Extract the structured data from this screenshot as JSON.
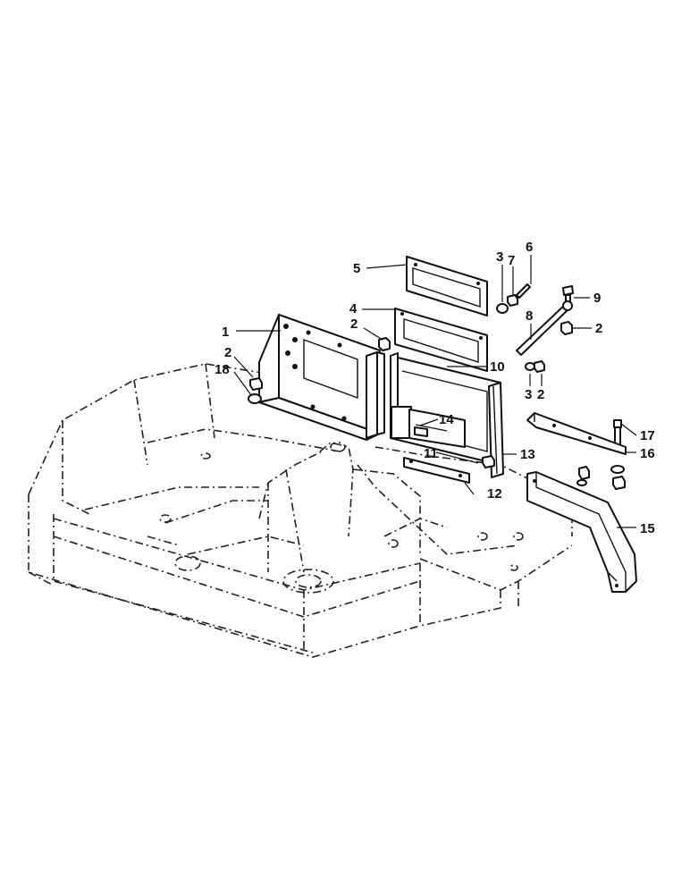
{
  "callouts": [
    {
      "id": "c1",
      "label": "1"
    },
    {
      "id": "c2a",
      "label": "2"
    },
    {
      "id": "c2b",
      "label": "2"
    },
    {
      "id": "c2c",
      "label": "2"
    },
    {
      "id": "c2d",
      "label": "2"
    },
    {
      "id": "c3a",
      "label": "3"
    },
    {
      "id": "c3b",
      "label": "3"
    },
    {
      "id": "c4",
      "label": "4"
    },
    {
      "id": "c5",
      "label": "5"
    },
    {
      "id": "c6",
      "label": "6"
    },
    {
      "id": "c7",
      "label": "7"
    },
    {
      "id": "c8",
      "label": "8"
    },
    {
      "id": "c9",
      "label": "9"
    },
    {
      "id": "c10",
      "label": "10"
    },
    {
      "id": "c11",
      "label": "11"
    },
    {
      "id": "c12",
      "label": "12"
    },
    {
      "id": "c13",
      "label": "13"
    },
    {
      "id": "c14",
      "label": "14"
    },
    {
      "id": "c15",
      "label": "15"
    },
    {
      "id": "c16",
      "label": "16"
    },
    {
      "id": "c17",
      "label": "17"
    },
    {
      "id": "c18",
      "label": "18"
    }
  ]
}
